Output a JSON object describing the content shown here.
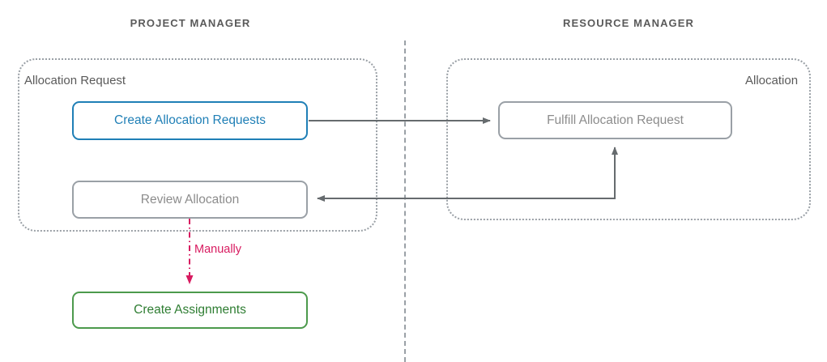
{
  "diagram": {
    "type": "swimlane-flowchart",
    "lanes": [
      {
        "id": "project-manager",
        "title": "PROJECT MANAGER"
      },
      {
        "id": "resource-manager",
        "title": "RESOURCE MANAGER"
      }
    ],
    "groups": [
      {
        "id": "allocation-request",
        "label": "Allocation Request",
        "lane": "project-manager",
        "label_align": "left"
      },
      {
        "id": "allocation",
        "label": "Allocation",
        "lane": "resource-manager",
        "label_align": "right"
      }
    ],
    "nodes": [
      {
        "id": "create-allocation-requests",
        "label": "Create Allocation Requests",
        "lane": "project-manager",
        "group": "allocation-request",
        "border_color": "#1f7fb6",
        "text_color": "#1f7fb6"
      },
      {
        "id": "review-allocation",
        "label": "Review Allocation",
        "lane": "project-manager",
        "group": "allocation-request",
        "border_color": "#9aa0a6",
        "text_color": "#8c8c8c"
      },
      {
        "id": "create-assignments",
        "label": "Create Assignments",
        "lane": "project-manager",
        "group": null,
        "border_color": "#4c9a4c",
        "text_color": "#2e7d32"
      },
      {
        "id": "fulfill-allocation-request",
        "label": "Fulfill Allocation Request",
        "lane": "resource-manager",
        "group": "allocation",
        "border_color": "#9aa0a6",
        "text_color": "#8c8c8c"
      }
    ],
    "edges": [
      {
        "id": "edge-create-to-fulfill",
        "from": "create-allocation-requests",
        "to": "fulfill-allocation-request",
        "label": "",
        "style": "solid",
        "color": "#666b6e"
      },
      {
        "id": "edge-fulfill-to-review",
        "from": "fulfill-allocation-request",
        "to": "review-allocation",
        "label": "",
        "style": "solid",
        "color": "#666b6e"
      },
      {
        "id": "edge-review-to-assignments",
        "from": "review-allocation",
        "to": "create-assignments",
        "label": "Manually",
        "style": "dash-dot",
        "color": "#d81b60"
      }
    ],
    "divider": {
      "style": "dashed",
      "color": "#9aa0a6"
    },
    "background_color": "#ffffff"
  }
}
